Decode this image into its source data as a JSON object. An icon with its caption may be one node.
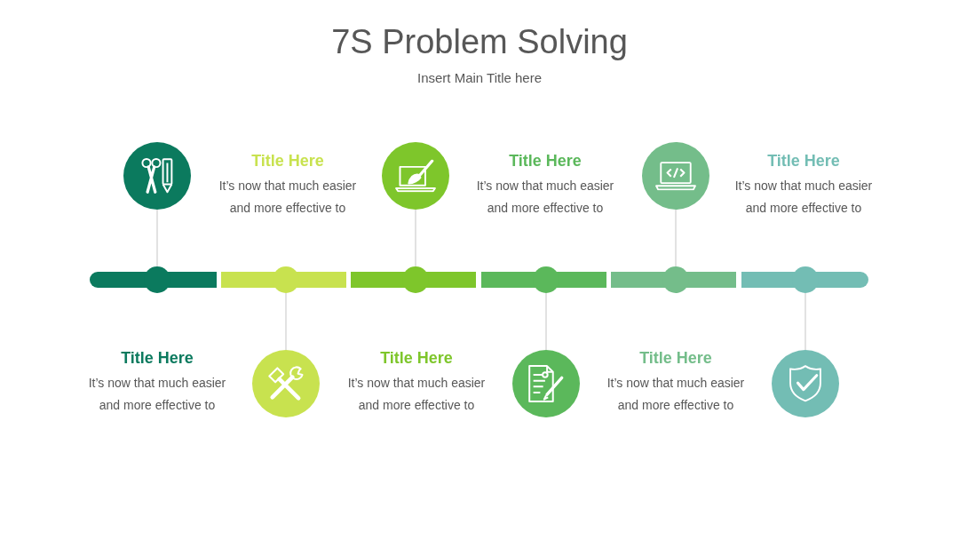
{
  "diagram": {
    "title": "7S Problem Solving",
    "nodes": [
      {
        "text": [],
        "shape": "circle"
      },
      {
        "text": [],
        "shape": "circle"
      },
      {
        "text": [],
        "shape": "circle"
      },
      {
        "text": [],
        "shape": "bar"
      },
      {
        "text": [],
        "shape": "bar"
      },
      {
        "text": [],
        "shape": "bar"
      },
      {
        "text": [],
        "shape": "bar"
      },
      {
        "text": [],
        "shape": "bar"
      },
      {
        "text": [],
        "shape": "bar"
      },
      {
        "text": [],
        "shape": "circle"
      },
      {
        "text": [],
        "shape": "circle"
      },
      {
        "text": [],
        "shape": "circle"
      }
    ],
    "edges": [
      {
        "from": 0,
        "to": 3,
        "arrow": "none"
      },
      {
        "from": 4,
        "to": 9,
        "arrow": "none"
      },
      {
        "from": 1,
        "to": 5,
        "arrow": "none"
      },
      {
        "from": 6,
        "to": 10,
        "arrow": "none"
      },
      {
        "from": 2,
        "to": 7,
        "arrow": "none"
      },
      {
        "from": 8,
        "to": 11,
        "arrow": "none"
      }
    ],
    "labels": [
      "Insert Main Title here",
      "Title Here",
      "It’s now that much easier and more effective to",
      "Title Here",
      "It’s now that much easier and more effective to",
      "Title Here",
      "It’s now that much easier and more effective to",
      "Title Here",
      "It’s now that much easier and more effective to",
      "Title Here",
      "It’s now that much easier and more effective to",
      "Title Here",
      "It’s now that much easier and more effective to"
    ]
  }
}
